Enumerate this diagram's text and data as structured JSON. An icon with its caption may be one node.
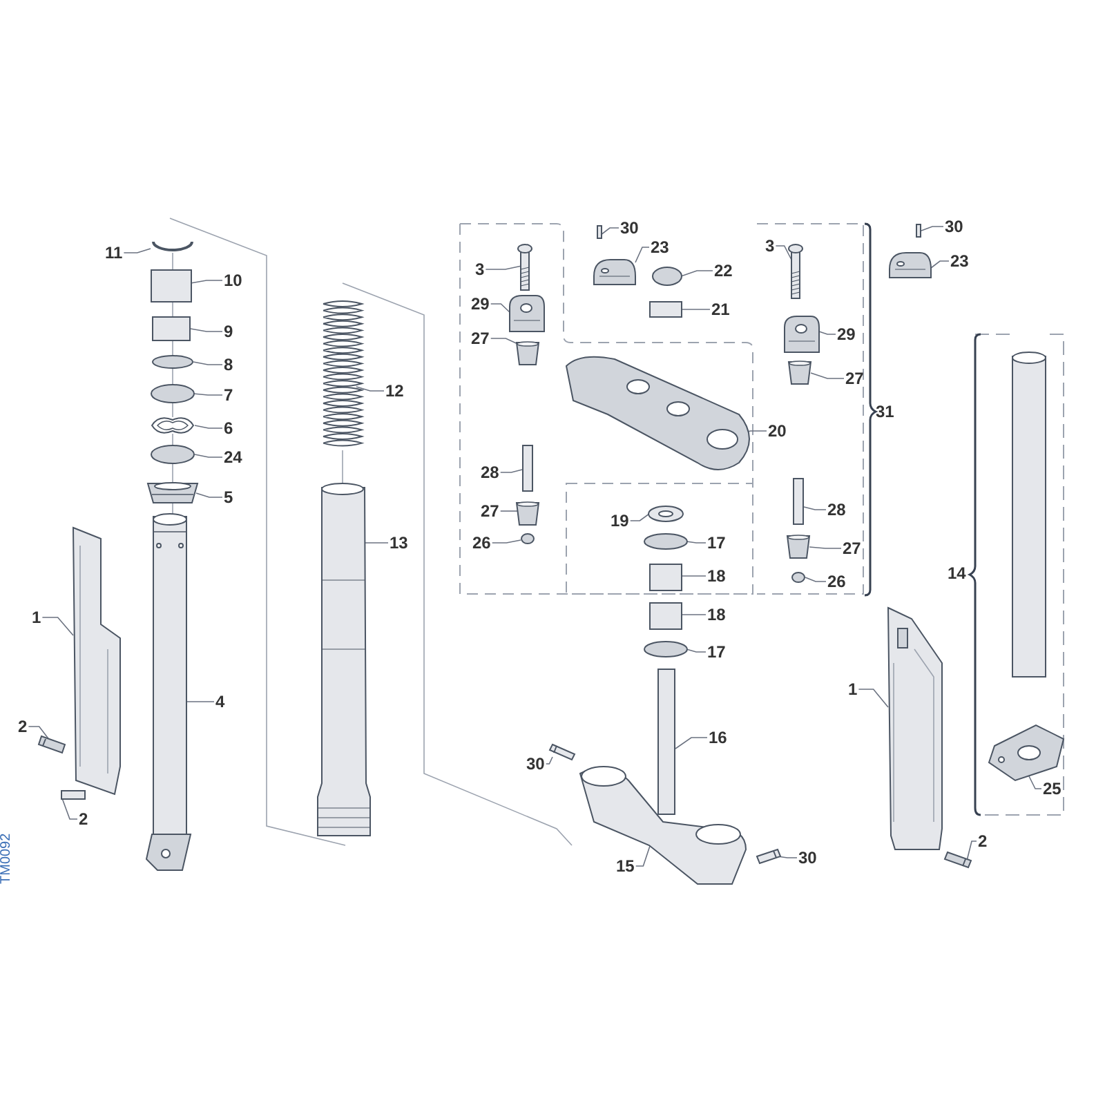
{
  "diagram": {
    "nodes": [
      {
        "text": [
          "11"
        ]
      },
      {
        "text": [
          "10"
        ]
      },
      {
        "text": [
          "9"
        ]
      },
      {
        "text": [
          "8"
        ]
      },
      {
        "text": [
          "7"
        ]
      },
      {
        "text": [
          "6"
        ]
      },
      {
        "text": [
          "24"
        ]
      },
      {
        "text": [
          "5"
        ]
      },
      {
        "text": [
          "1"
        ]
      },
      {
        "text": [
          "4"
        ]
      },
      {
        "text": [
          "2"
        ]
      },
      {
        "text": [
          "2"
        ]
      },
      {
        "text": [
          "12"
        ]
      },
      {
        "text": [
          "13"
        ]
      },
      {
        "text": [
          "30"
        ]
      },
      {
        "text": [
          "23"
        ]
      },
      {
        "text": [
          "3"
        ]
      },
      {
        "text": [
          "22"
        ]
      },
      {
        "text": [
          "21"
        ]
      },
      {
        "text": [
          "29"
        ]
      },
      {
        "text": [
          "27"
        ]
      },
      {
        "text": [
          "20"
        ]
      },
      {
        "text": [
          "28"
        ]
      },
      {
        "text": [
          "27"
        ]
      },
      {
        "text": [
          "26"
        ]
      },
      {
        "text": [
          "19"
        ]
      },
      {
        "text": [
          "17"
        ]
      },
      {
        "text": [
          "18"
        ]
      },
      {
        "text": [
          "18"
        ]
      },
      {
        "text": [
          "17"
        ]
      },
      {
        "text": [
          "16"
        ]
      },
      {
        "text": [
          "30"
        ]
      },
      {
        "text": [
          "15"
        ]
      },
      {
        "text": [
          "30"
        ]
      },
      {
        "text": [
          "3"
        ]
      },
      {
        "text": [
          "29"
        ]
      },
      {
        "text": [
          "27"
        ]
      },
      {
        "text": [
          "28"
        ]
      },
      {
        "text": [
          "27"
        ]
      },
      {
        "text": [
          "26"
        ]
      },
      {
        "text": [
          "30"
        ]
      },
      {
        "text": [
          "23"
        ]
      },
      {
        "text": [
          "1"
        ]
      },
      {
        "text": [
          "25"
        ]
      },
      {
        "text": [
          "2"
        ]
      },
      {
        "text": [],
        "shape": "picture"
      },
      {
        "text": [],
        "shape": "box"
      },
      {
        "text": [],
        "shape": "box"
      },
      {
        "text": [],
        "shape": "circle"
      },
      {
        "text": [],
        "shape": "circle"
      },
      {
        "text": [],
        "shape": "picture"
      },
      {
        "text": [],
        "shape": "circle"
      },
      {
        "text": [],
        "shape": "picture"
      },
      {
        "text": [],
        "shape": "picture"
      },
      {
        "text": [],
        "shape": "picture"
      },
      {
        "text": [],
        "shape": "picture"
      },
      {
        "text": [],
        "shape": "box"
      },
      {
        "text": [],
        "shape": "picture"
      },
      {
        "text": [],
        "shape": "picture"
      },
      {
        "text": [],
        "shape": "box"
      },
      {
        "text": [],
        "shape": "picture"
      },
      {
        "text": [],
        "shape": "picture"
      },
      {
        "text": [],
        "shape": "circle"
      },
      {
        "text": [],
        "shape": "box"
      },
      {
        "text": [],
        "shape": "picture"
      },
      {
        "text": [],
        "shape": "picture"
      },
      {
        "text": [],
        "shape": "picture"
      },
      {
        "text": [],
        "shape": "box"
      },
      {
        "text": [],
        "shape": "picture"
      },
      {
        "text": [],
        "shape": "circle"
      },
      {
        "text": [],
        "shape": "picture"
      },
      {
        "text": [],
        "shape": "circle"
      },
      {
        "text": [],
        "shape": "box"
      },
      {
        "text": [],
        "shape": "box"
      },
      {
        "text": [],
        "shape": "circle"
      },
      {
        "text": [],
        "shape": "box"
      },
      {
        "text": [],
        "shape": "picture"
      },
      {
        "text": [],
        "shape": "picture"
      },
      {
        "text": [],
        "shape": "picture"
      },
      {
        "text": [],
        "shape": "picture"
      },
      {
        "text": [],
        "shape": "picture"
      },
      {
        "text": [],
        "shape": "picture"
      },
      {
        "text": [],
        "shape": "box"
      },
      {
        "text": [],
        "shape": "picture"
      },
      {
        "text": [],
        "shape": "circle"
      },
      {
        "text": [],
        "shape": "box"
      },
      {
        "text": [],
        "shape": "picture"
      },
      {
        "text": [],
        "shape": "picture"
      },
      {
        "text": [],
        "shape": "picture"
      },
      {
        "text": [],
        "shape": "picture"
      }
    ],
    "edges": [
      {
        "from": 0,
        "to": 45,
        "arrow": "none"
      },
      {
        "from": 1,
        "to": 46,
        "arrow": "none"
      },
      {
        "from": 2,
        "to": 47,
        "arrow": "none"
      },
      {
        "from": 3,
        "to": 48,
        "arrow": "none"
      },
      {
        "from": 4,
        "to": 49,
        "arrow": "none"
      },
      {
        "from": 5,
        "to": 50,
        "arrow": "none"
      },
      {
        "from": 6,
        "to": 51,
        "arrow": "none"
      },
      {
        "from": 7,
        "to": 52,
        "arrow": "none"
      },
      {
        "from": 8,
        "to": 53,
        "arrow": "none"
      },
      {
        "from": 9,
        "to": 54,
        "arrow": "none"
      },
      {
        "from": 10,
        "to": 55,
        "arrow": "none"
      },
      {
        "from": 11,
        "to": 56,
        "arrow": "none"
      },
      {
        "from": 12,
        "to": 57,
        "arrow": "none"
      },
      {
        "from": 13,
        "to": 58,
        "arrow": "none"
      },
      {
        "from": 14,
        "to": 59,
        "arrow": "none"
      },
      {
        "from": 15,
        "to": 60,
        "arrow": "none"
      },
      {
        "from": 16,
        "to": 61,
        "arrow": "none"
      },
      {
        "from": 17,
        "to": 62,
        "arrow": "none"
      },
      {
        "from": 18,
        "to": 63,
        "arrow": "none"
      },
      {
        "from": 19,
        "to": 64,
        "arrow": "none"
      },
      {
        "from": 20,
        "to": 65,
        "arrow": "none"
      },
      {
        "from": 21,
        "to": 66,
        "arrow": "none"
      },
      {
        "from": 22,
        "to": 67,
        "arrow": "none"
      },
      {
        "from": 23,
        "to": 68,
        "arrow": "none"
      },
      {
        "from": 24,
        "to": 69,
        "arrow": "none"
      },
      {
        "from": 25,
        "to": 70,
        "arrow": "none"
      },
      {
        "from": 26,
        "to": 71,
        "arrow": "none"
      },
      {
        "from": 27,
        "to": 72,
        "arrow": "none"
      },
      {
        "from": 28,
        "to": 73,
        "arrow": "none"
      },
      {
        "from": 29,
        "to": 74,
        "arrow": "none"
      },
      {
        "from": 30,
        "to": 75,
        "arrow": "none"
      },
      {
        "from": 31,
        "to": 76,
        "arrow": "none"
      },
      {
        "from": 32,
        "to": 77,
        "arrow": "none"
      },
      {
        "from": 33,
        "to": 78,
        "arrow": "none"
      },
      {
        "from": 34,
        "to": 79,
        "arrow": "none"
      },
      {
        "from": 35,
        "to": 80,
        "arrow": "none"
      },
      {
        "from": 36,
        "to": 81,
        "arrow": "none"
      },
      {
        "from": 37,
        "to": 82,
        "arrow": "none"
      },
      {
        "from": 38,
        "to": 83,
        "arrow": "none"
      },
      {
        "from": 39,
        "to": 84,
        "arrow": "none"
      },
      {
        "from": 40,
        "to": 85,
        "arrow": "none"
      },
      {
        "from": 41,
        "to": 86,
        "arrow": "none"
      },
      {
        "from": 42,
        "to": 87,
        "arrow": "none"
      },
      {
        "from": 43,
        "to": 88,
        "arrow": "none"
      },
      {
        "from": 44,
        "to": 89,
        "arrow": "none"
      }
    ],
    "labels": [
      "31",
      "14",
      "TM0092"
    ]
  }
}
